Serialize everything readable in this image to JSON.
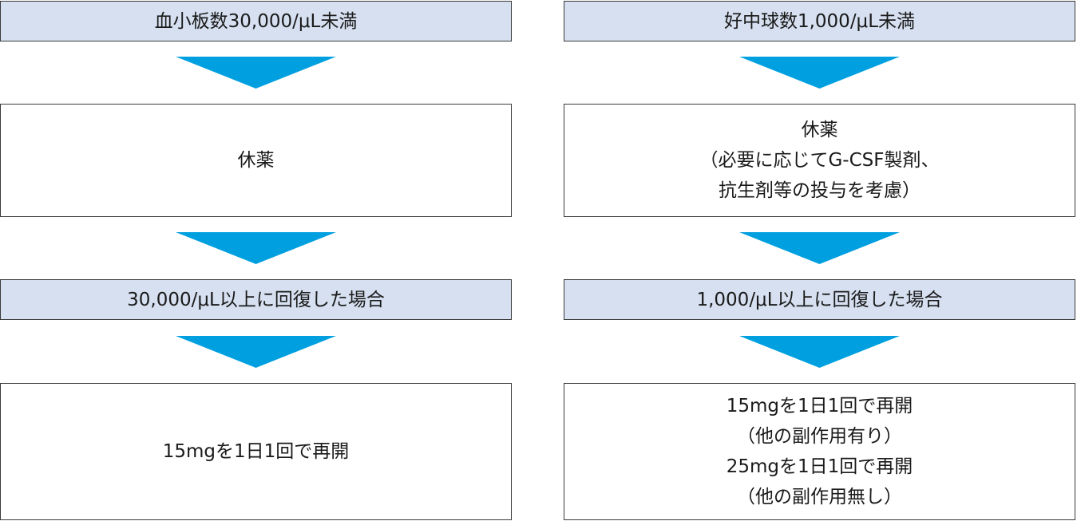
{
  "left": {
    "condition": "血小板数30,000/μL未満",
    "action_lines": [
      "休薬"
    ],
    "recovery": "30,000/μL以上に回復した場合",
    "resume_lines": [
      "15mgを1日1回で再開"
    ]
  },
  "right": {
    "condition": "好中球数1,000/μL未満",
    "action_lines": [
      "休薬",
      "（必要に応じてG-CSF製剤、",
      "抗生剤等の投与を考慮）"
    ],
    "recovery": "1,000/μL以上に回復した場合",
    "resume_lines": [
      "15mgを1日1回で再開",
      "（他の副作用有り）",
      "25mgを1日1回で再開",
      "（他の副作用無し）"
    ]
  },
  "colors": {
    "header_fill": "#d6e0f0",
    "arrow_fill": "#00a0e0",
    "border": "#3a3a3a"
  }
}
